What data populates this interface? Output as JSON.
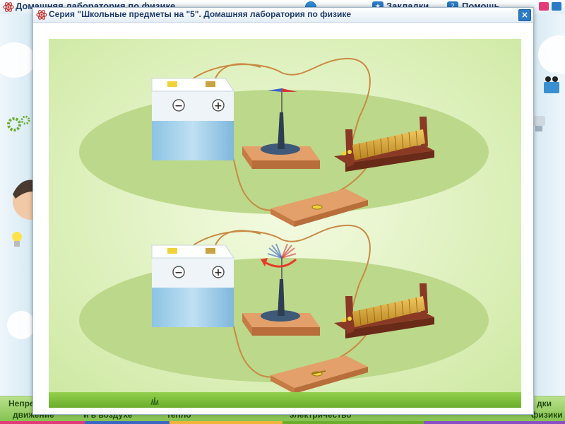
{
  "background_app": {
    "title": "Домашняя лаборатория по физике",
    "menu": {
      "bookmarks": "Закладки",
      "help": "Помощь"
    },
    "tabs": [
      {
        "line1": "Непре",
        "line2": "движение"
      },
      {
        "line1": "",
        "line2": "и в воздухе"
      },
      {
        "line1": "",
        "line2": "тепло"
      },
      {
        "line1": "",
        "line2": "электричество"
      },
      {
        "line1": "дки",
        "line2": "физики"
      }
    ]
  },
  "dialog": {
    "title": "Серия \"Школьные предметы на \"5\". Домашняя лаборатория по физике",
    "close_label": "×"
  },
  "experiment": {
    "description": "Electric circuit with battery, compass needle, rheostat and switch: open circuit (needle still) and closed circuit (needle deflects)",
    "scenes": [
      {
        "state": "switch-open",
        "needle_deflected": false
      },
      {
        "state": "switch-closed",
        "needle_deflected": true
      }
    ],
    "battery_minus": "−",
    "battery_plus": "+"
  },
  "colors": {
    "accent_green": "#7fbf4a",
    "battery_blue": "#a9d3ec",
    "wood": "#d98a50",
    "wire": "#c98a45",
    "coil": "#d9a441",
    "needle_red": "#d8343a",
    "needle_blue": "#3a66c4"
  }
}
